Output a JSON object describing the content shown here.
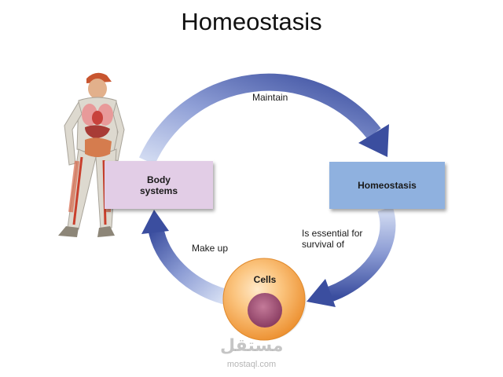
{
  "title": "Homeostasis",
  "nodes": {
    "body_systems": "Body\nsystems",
    "homeostasis": "Homeostasis",
    "cells": "Cells"
  },
  "arrows": {
    "maintain": "Maintain",
    "essential": "Is essential for\nsurvival of",
    "make_up": "Make up"
  },
  "watermark": {
    "arabic": "مستقل",
    "site": "mostaql.com"
  },
  "icons": {
    "human_figure": "human-anatomy-figure-icon",
    "cell": "cell-icon"
  },
  "colors": {
    "arrow_dark": "#3d4f9e",
    "arrow_light": "#c9d5ef",
    "body_box": "#e2cde6",
    "homeostasis_box": "#8fb1df",
    "cell_fill": "#f6b064",
    "nucleus": "#a7577a"
  }
}
